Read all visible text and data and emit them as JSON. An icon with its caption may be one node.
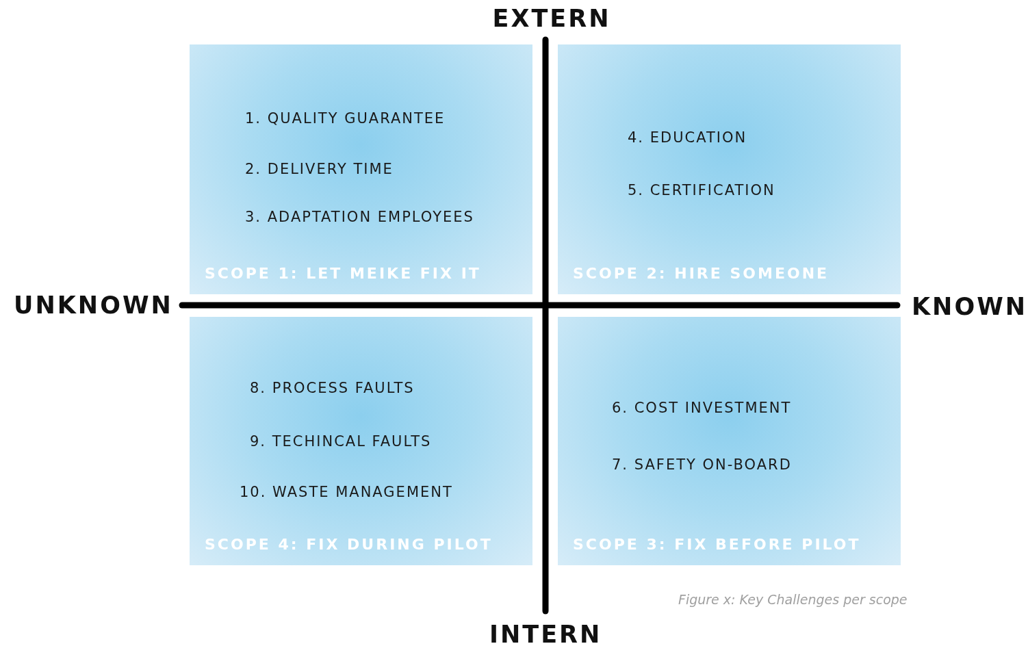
{
  "diagram": {
    "caption": "Figure x: Key Challenges per scope",
    "nodes": [
      {
        "text": [
          "1. QUALITY GUARANTEE",
          "2. DELIVERY TIME",
          "3. ADAPTATION EMPLOYEES",
          "SCOPE 1: LET MEIKE FIX IT"
        ]
      },
      {
        "text": [
          "4. EDUCATION",
          "5. CERTIFICATION",
          "SCOPE 2: HIRE SOMEONE"
        ]
      },
      {
        "text": [
          "8. PROCESS FAULTS",
          "9. TECHINCAL FAULTS",
          "10. WASTE MANAGEMENT",
          "SCOPE 4: FIX DURING PILOT"
        ]
      },
      {
        "text": [
          "6. COST INVESTMENT",
          "7. SAFETY ON-BOARD",
          "SCOPE 3: FIX BEFORE PILOT"
        ]
      }
    ],
    "labels": [
      "EXTERN",
      "UNKNOWN",
      "KNOWN",
      "INTERN"
    ]
  }
}
